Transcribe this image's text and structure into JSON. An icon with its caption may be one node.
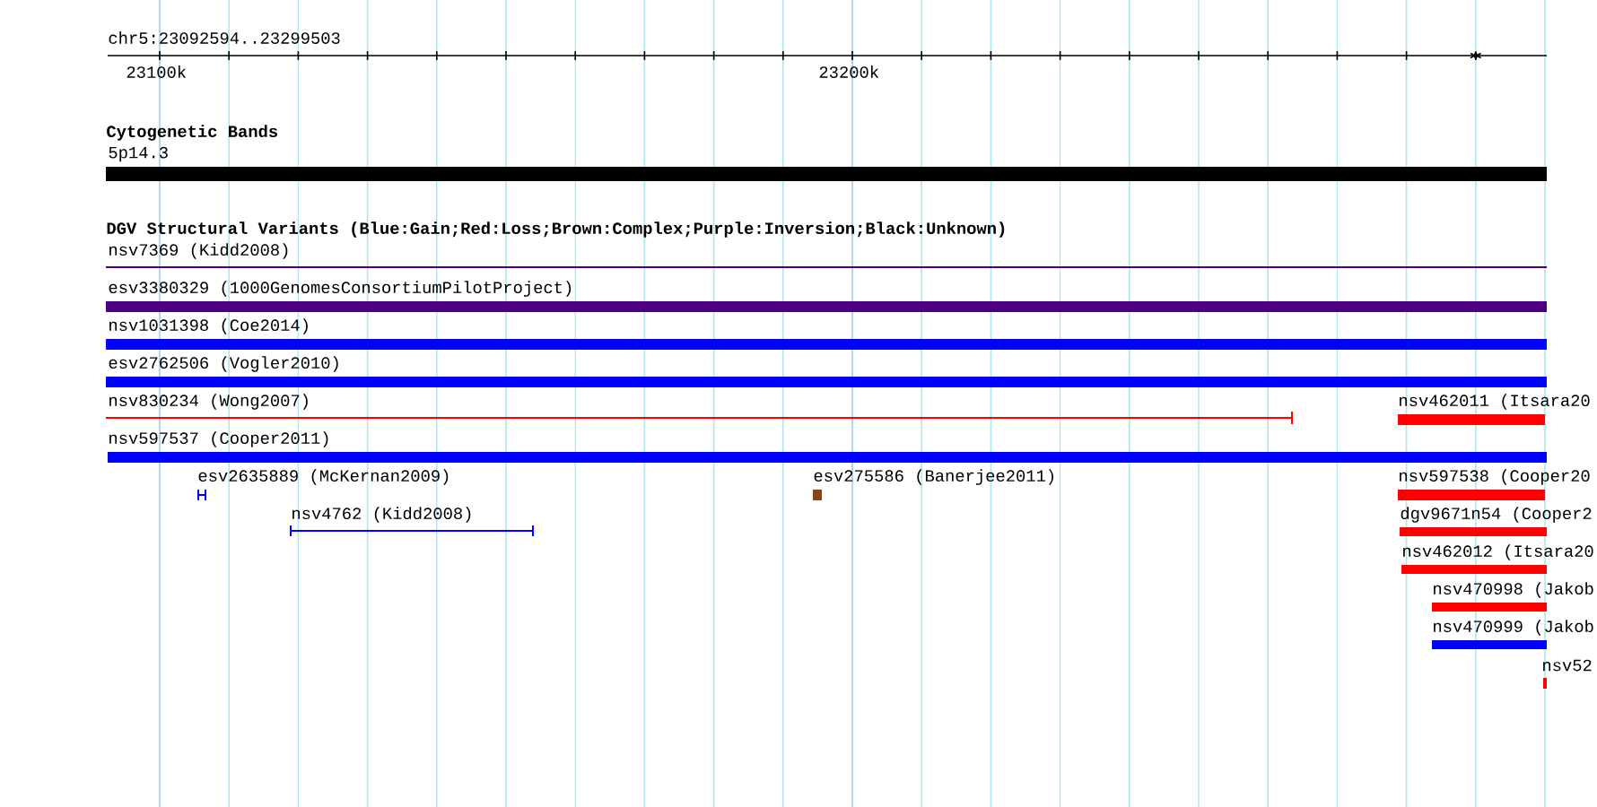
{
  "diagram": {
    "nodes": [
      {
        "text": [
          "5p14.3"
        ]
      },
      {
        "text": [
          "nsv7369 (Kidd2008)"
        ]
      },
      {
        "text": [
          "esv3380329 (1000GenomesConsortiumPilotProject)"
        ]
      },
      {
        "text": [
          "nsv1031398 (Coe2014)"
        ]
      },
      {
        "text": [
          "esv2762506 (Vogler2010)"
        ]
      },
      {
        "text": [
          "nsv830234 (Wong2007)"
        ]
      },
      {
        "text": [
          "nsv462011 (Itsara20"
        ]
      },
      {
        "text": [
          "nsv597537 (Cooper2011)"
        ]
      },
      {
        "text": [
          "esv2635889 (McKernan2009)"
        ]
      },
      {
        "text": [
          "esv275586 (Banerjee2011)"
        ]
      },
      {
        "text": [
          "nsv597538 (Cooper20"
        ]
      },
      {
        "text": [
          "nsv4762 (Kidd2008)"
        ]
      },
      {
        "text": [
          "dgv9671n54 (Cooper2"
        ]
      },
      {
        "text": [
          "nsv462012 (Itsara20"
        ]
      },
      {
        "text": [
          "nsv470998 (Jakob"
        ]
      },
      {
        "text": [
          "nsv470999 (Jakob"
        ]
      },
      {
        "text": [
          "nsv52"
        ]
      }
    ],
    "labels": [
      "chr5:23092594..23299503",
      "23100k",
      "23200k",
      "Cytogenetic Bands",
      "DGV Structural Variants (Blue:Gain;Red:Loss;Brown:Complex;Purple:Inversion;Black:Unknown)"
    ]
  }
}
